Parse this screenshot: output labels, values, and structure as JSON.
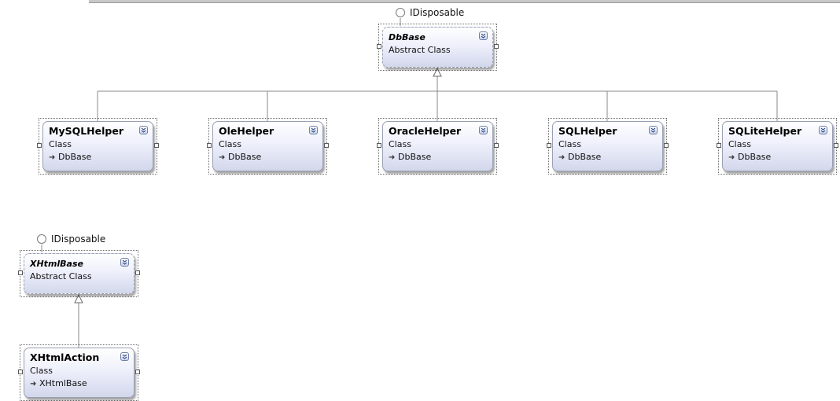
{
  "diagram": {
    "interfaces": [
      {
        "id": "idisp-1",
        "label": "IDisposable"
      },
      {
        "id": "idisp-2",
        "label": "IDisposable"
      }
    ],
    "classes": [
      {
        "id": "dbbase",
        "name": "DbBase",
        "kind": "Abstract Class",
        "base": "",
        "abstract": true
      },
      {
        "id": "mysqlhelper",
        "name": "MySQLHelper",
        "kind": "Class",
        "base": "DbBase",
        "abstract": false
      },
      {
        "id": "olehelper",
        "name": "OleHelper",
        "kind": "Class",
        "base": "DbBase",
        "abstract": false
      },
      {
        "id": "oraclehelper",
        "name": "OracleHelper",
        "kind": "Class",
        "base": "DbBase",
        "abstract": false
      },
      {
        "id": "sqlhelper",
        "name": "SQLHelper",
        "kind": "Class",
        "base": "DbBase",
        "abstract": false
      },
      {
        "id": "sqlitehelper",
        "name": "SQLiteHelper",
        "kind": "Class",
        "base": "DbBase",
        "abstract": false
      },
      {
        "id": "xhtmlbase",
        "name": "XHtmlBase",
        "kind": "Abstract Class",
        "base": "",
        "abstract": true
      },
      {
        "id": "xhtmlaction",
        "name": "XHtmlAction",
        "kind": "Class",
        "base": "XHtmlBase",
        "abstract": false
      }
    ],
    "colors": {
      "line": "#8a8a8a",
      "shape_border": "#9aa0b3",
      "shape_fill_top": "#ffffff",
      "shape_fill_bottom": "#d3d7ec"
    },
    "icons": {
      "expand": "double-chevron-down-icon",
      "inherits": "arrow-right-icon",
      "interface": "lollipop-icon"
    }
  }
}
